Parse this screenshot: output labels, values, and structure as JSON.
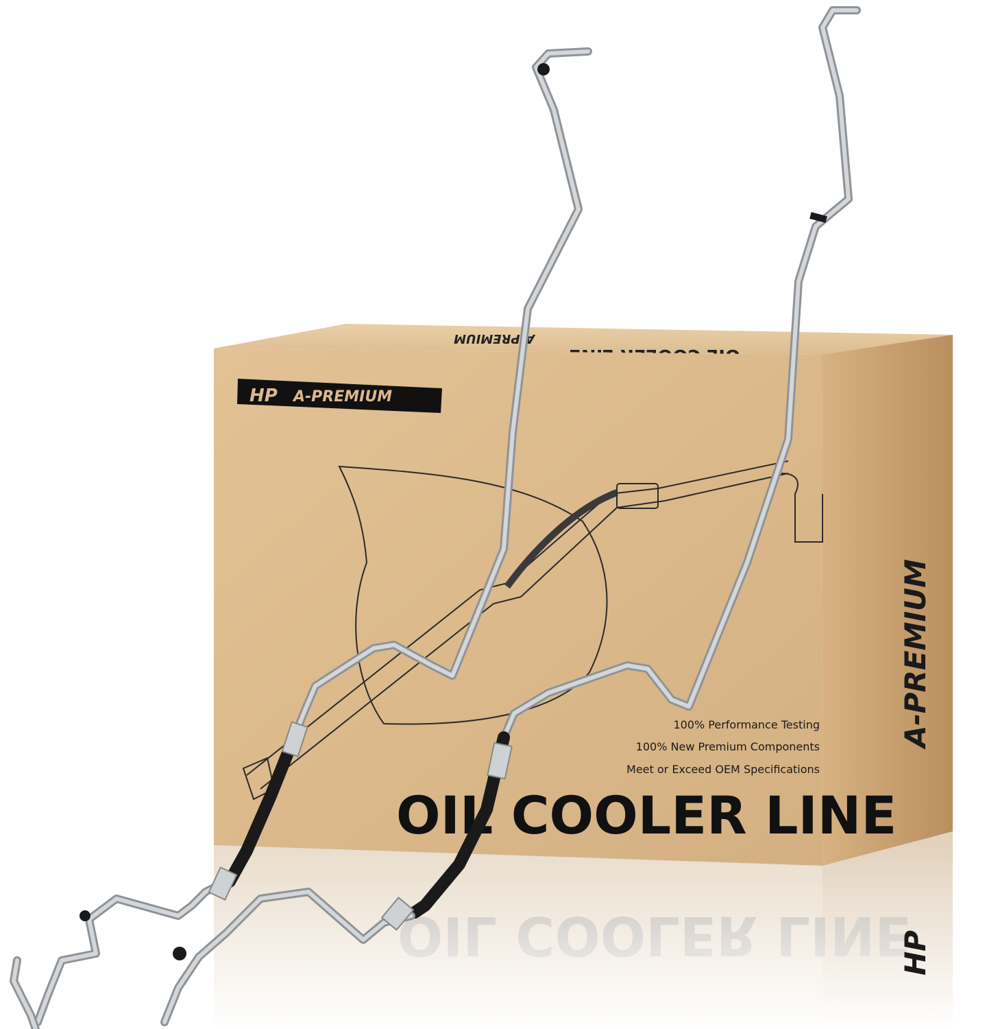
{
  "brand": {
    "mark": "HP",
    "name": "A-PREMIUM"
  },
  "box": {
    "top_flap_text": "OIL COOLER LINE",
    "top_flap_brand": "A-PREMIUM",
    "side_brand": "A-PREMIUM",
    "features": [
      "100% Performance Testing",
      "100% New Premium Components",
      "Meet or Exceed OEM Specifications"
    ],
    "product_title": "OIL COOLER LINE"
  },
  "colors": {
    "cardboard": "#dcb98c",
    "cardboard_side": "#c9a273",
    "print": "#111111",
    "metal_line": "#b9bcc0",
    "rubber_hose": "#1a1a1a"
  }
}
